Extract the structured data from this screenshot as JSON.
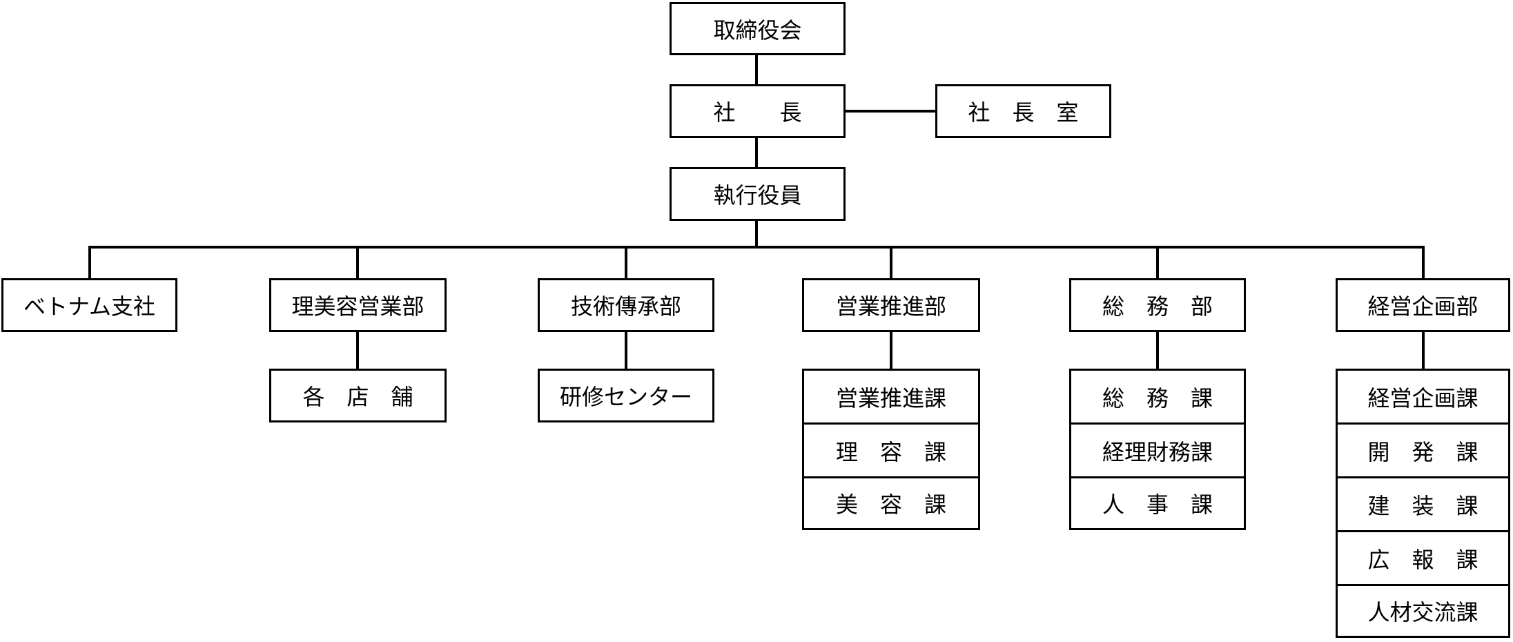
{
  "chart": {
    "title": "organization-chart",
    "board": {
      "label": "取締役会"
    },
    "president": {
      "label": "社　　長"
    },
    "presidents_office": {
      "label": "社　長　室"
    },
    "executive_officers": {
      "label": "執行役員"
    },
    "departments": [
      {
        "label": "ベトナム支社",
        "children": []
      },
      {
        "label": "理美容営業部",
        "children": [
          "各　店　舗"
        ]
      },
      {
        "label": "技術傳承部",
        "children": [
          "研修センター"
        ]
      },
      {
        "label": "営業推進部",
        "children": [
          "営業推進課",
          "理　容　課",
          "美　容　課"
        ]
      },
      {
        "label": "総　務　部",
        "children": [
          "総　務　課",
          "経理財務課",
          "人　事　課"
        ]
      },
      {
        "label": "経営企画部",
        "children": [
          "経営企画課",
          "開　発　課",
          "建　装　課",
          "広　報　課",
          "人材交流課"
        ]
      }
    ]
  },
  "colors": {
    "line": "#000000",
    "box_fill": "#ffffff",
    "text": "#000000",
    "background": "#ffffff"
  }
}
